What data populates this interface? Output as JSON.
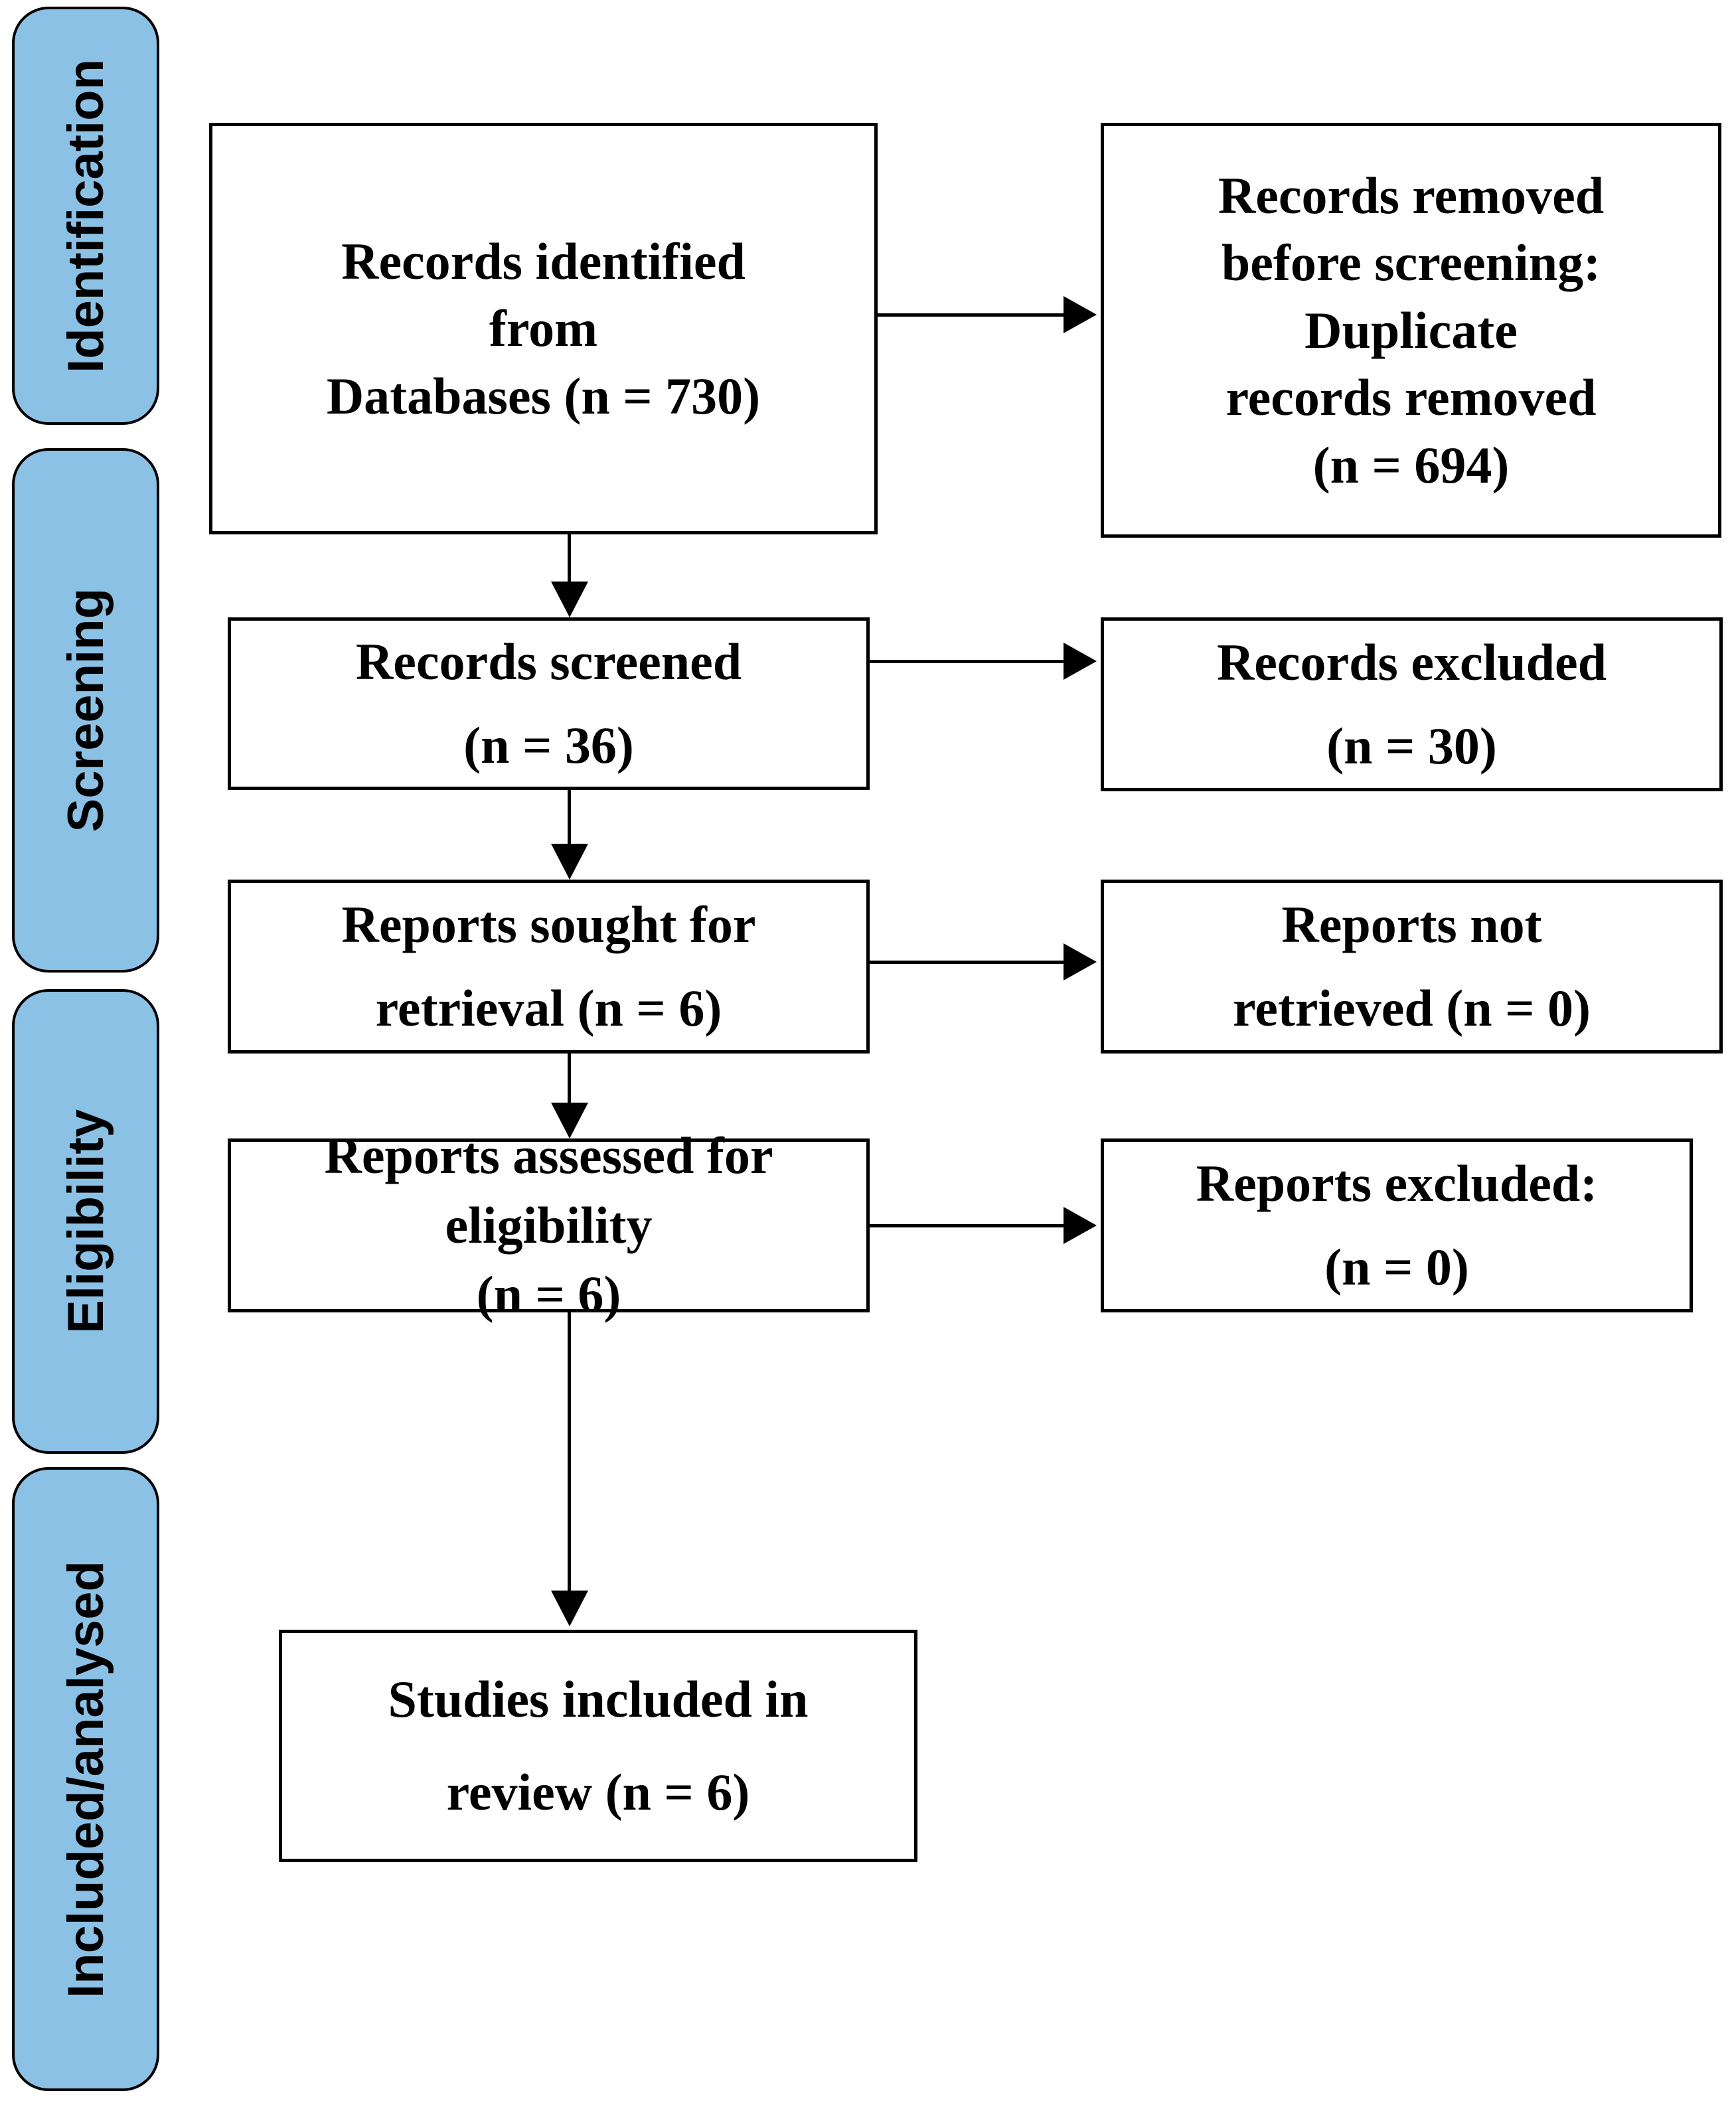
{
  "colors": {
    "stage_fill": "#8CC1E6",
    "line": "#000000",
    "background": "#FFFFFF"
  },
  "stages": [
    {
      "label": "Identification"
    },
    {
      "label": "Screening"
    },
    {
      "label": "Eligibility"
    },
    {
      "label": "Included/analysed"
    }
  ],
  "boxes": {
    "identified": {
      "lines": [
        "Records identified",
        "from",
        "Databases (n = 730)"
      ]
    },
    "removed_before_screening": {
      "lines": [
        "Records removed",
        "before screening:",
        "Duplicate",
        "records removed",
        "(n = 694)"
      ]
    },
    "screened": {
      "lines": [
        "Records screened",
        "(n = 36)"
      ]
    },
    "excluded": {
      "lines": [
        "Records excluded",
        "(n = 30)"
      ]
    },
    "sought": {
      "lines": [
        "Reports sought for",
        "retrieval (n = 6)"
      ]
    },
    "not_retrieved": {
      "lines": [
        "Reports not",
        "retrieved (n = 0)"
      ]
    },
    "assessed": {
      "lines": [
        "Reports assessed for",
        "eligibility",
        "(n = 6)"
      ]
    },
    "reports_excluded": {
      "lines": [
        "Reports excluded:",
        "(n = 0)"
      ]
    },
    "included": {
      "lines": [
        "Studies included in",
        "review (n = 6)"
      ]
    }
  }
}
